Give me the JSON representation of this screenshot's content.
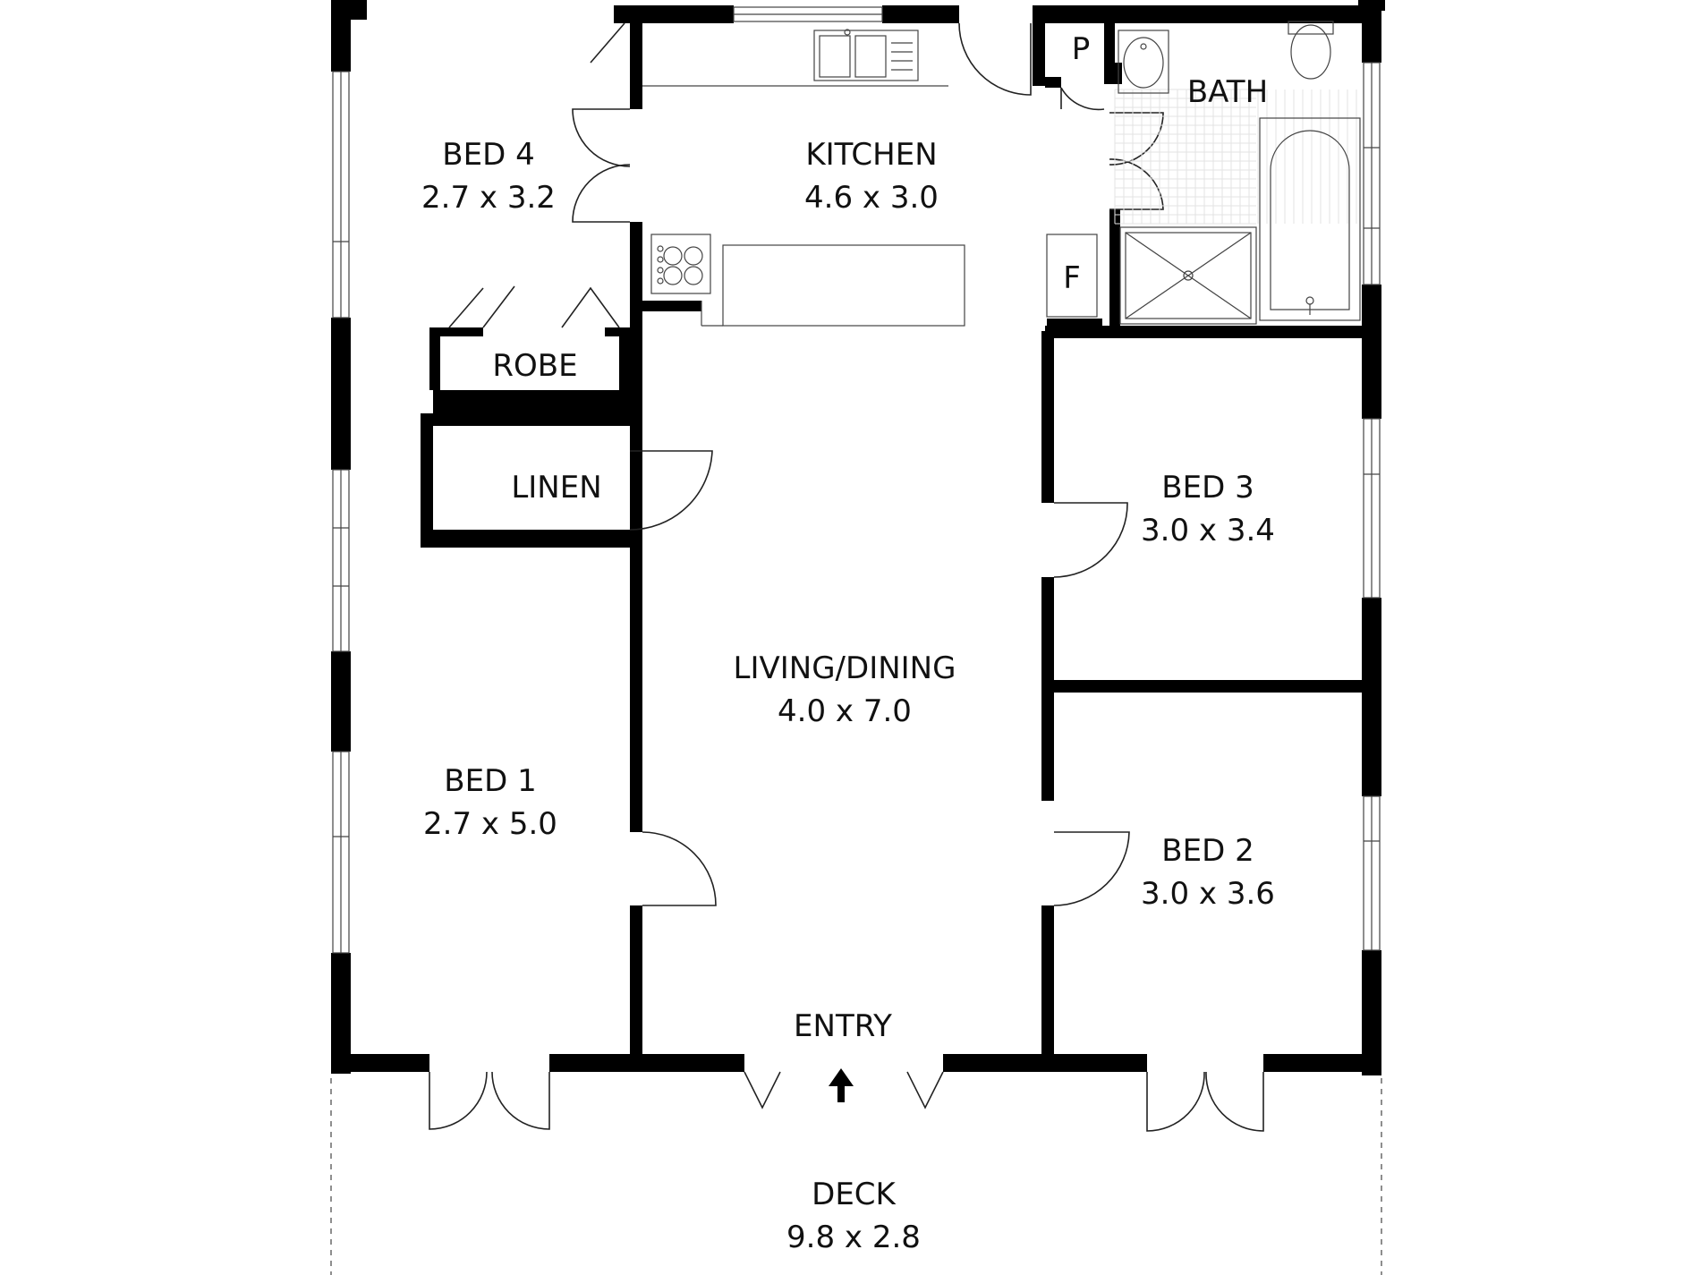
{
  "rooms": {
    "bed4": {
      "name": "BED 4",
      "size": "2.7 x 3.2"
    },
    "kitchen": {
      "name": "KITCHEN",
      "size": "4.6 x 3.0"
    },
    "bath": {
      "name": "BATH"
    },
    "pantry": {
      "name": "P"
    },
    "fridge": {
      "name": "F"
    },
    "robe": {
      "name": "ROBE"
    },
    "linen": {
      "name": "LINEN"
    },
    "bed3": {
      "name": "BED 3",
      "size": "3.0 x 3.4"
    },
    "living": {
      "name": "LIVING/DINING",
      "size": "4.0 x 7.0"
    },
    "bed1": {
      "name": "BED 1",
      "size": "2.7 x 5.0"
    },
    "bed2": {
      "name": "BED 2",
      "size": "3.0 x 3.6"
    },
    "entry": {
      "name": "ENTRY"
    },
    "deck": {
      "name": "DECK",
      "size": "9.8 x 2.8"
    }
  },
  "colors": {
    "wall": "#000000",
    "line": "#222222",
    "background": "#ffffff",
    "tile": "#e3e3e3"
  },
  "icons": [
    "entry-arrow-icon",
    "sink-icon",
    "cooktop-icon",
    "toilet-icon",
    "basin-icon",
    "bathtub-icon",
    "shower-icon"
  ]
}
